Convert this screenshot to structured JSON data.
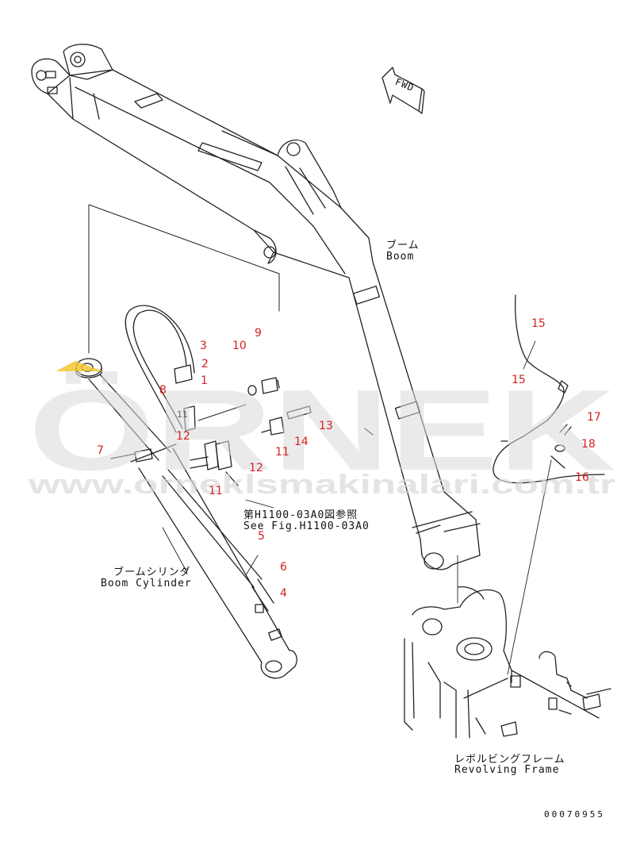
{
  "colors": {
    "line": "#222222",
    "callout": "#d42020",
    "watermark": "#d9d9d9",
    "watermark_accent": "#f3c634"
  },
  "watermark": {
    "brand": "ÖRNEK",
    "url": "www.orneklsmakinalari.com.tr"
  },
  "fwd_label": "FWD",
  "labels": {
    "boom_jp": "ブーム",
    "boom_en": "Boom",
    "cyl_jp": "ブームシリンダ",
    "cyl_en": "Boom Cylinder",
    "ref_jp": "第H1100-03A0図参照",
    "ref_en": "See Fig.H1100-03A0",
    "frame_jp": "レボルビングフレーム",
    "frame_en": "Revolving Frame"
  },
  "callouts": [
    "1",
    "2",
    "3",
    "4",
    "5",
    "6",
    "7",
    "8",
    "9",
    "10",
    "11",
    "11",
    "11",
    "12",
    "12",
    "13",
    "14",
    "15",
    "15",
    "16",
    "17",
    "18"
  ],
  "drawing_code": "00070955"
}
